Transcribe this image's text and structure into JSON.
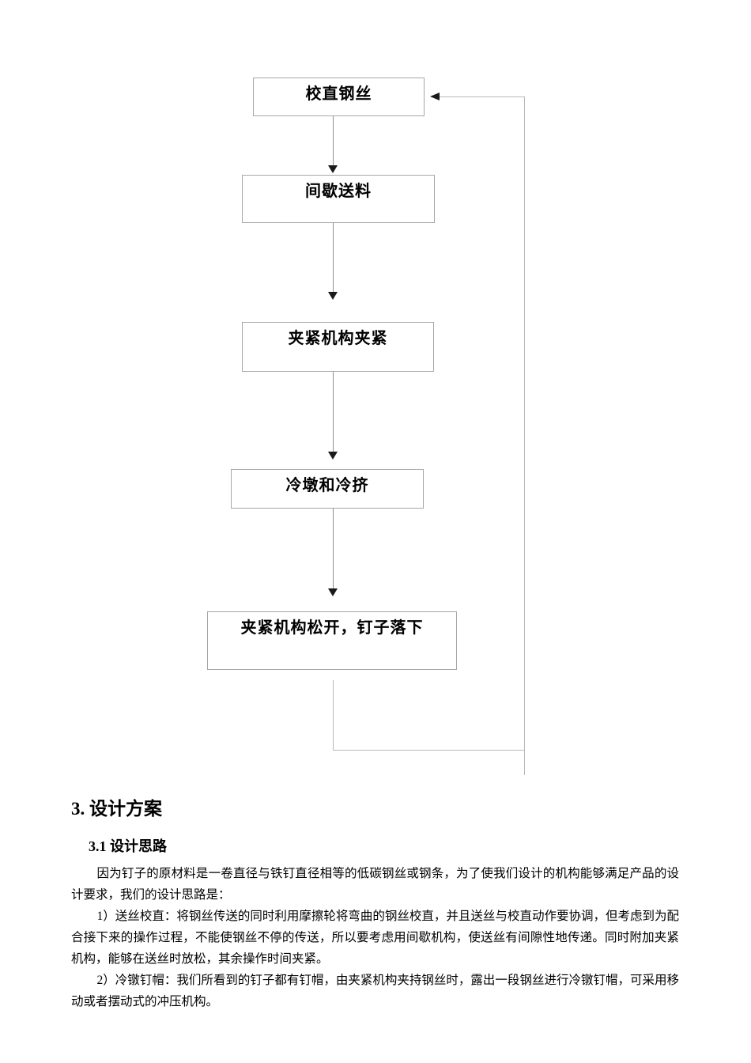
{
  "document": {
    "flowchart": {
      "boxes": [
        {
          "id": "straighten-wire",
          "label": "校直钢丝"
        },
        {
          "id": "intermittent-feed",
          "label": "间歇送料"
        },
        {
          "id": "clamp-tighten",
          "label": "夹紧机构夹紧"
        },
        {
          "id": "cold-heading-extrusion",
          "label": "冷墩和冷挤"
        },
        {
          "id": "clamp-release-nail-drop",
          "label": "夹紧机构松开，钉子落下"
        }
      ],
      "connections": [
        "straighten-wire -> intermittent-feed",
        "intermittent-feed -> clamp-tighten",
        "clamp-tighten -> cold-heading-extrusion",
        "cold-heading-extrusion -> clamp-release-nail-drop",
        "clamp-release-nail-drop -> straighten-wire (feedback loop, right side)"
      ]
    },
    "section": {
      "heading": "3. 设计方案",
      "subheading": "3.1 设计思路",
      "paragraphs": [
        "因为钉子的原材料是一卷直径与铁钉直径相等的低碳钢丝或钢条，为了使我们设计的机构能够满足产品的设计要求，我们的设计思路是：",
        "1）送丝校直：将钢丝传送的同时利用摩擦轮将弯曲的钢丝校直，并且送丝与校直动作要协调，但考虑到为配合接下来的操作过程，不能使钢丝不停的传送，所以要考虑用间歇机构，使送丝有间隙性地传递。同时附加夹紧机构，能够在送丝时放松，其余操作时间夹紧。",
        "2）冷镦钉帽：我们所看到的钉子都有钉帽，由夹紧机构夹持钢丝时，露出一段钢丝进行冷镦钉帽，可采用移动或者摆动式的冲压机构。"
      ]
    },
    "colors": {
      "page_bg": "#ffffff",
      "box_border": "#a6a6a6",
      "connector_line": "#8f8f8f",
      "loop_line": "#b8b8b8",
      "arrowhead": "#1a1a1a",
      "text": "#000000"
    }
  }
}
